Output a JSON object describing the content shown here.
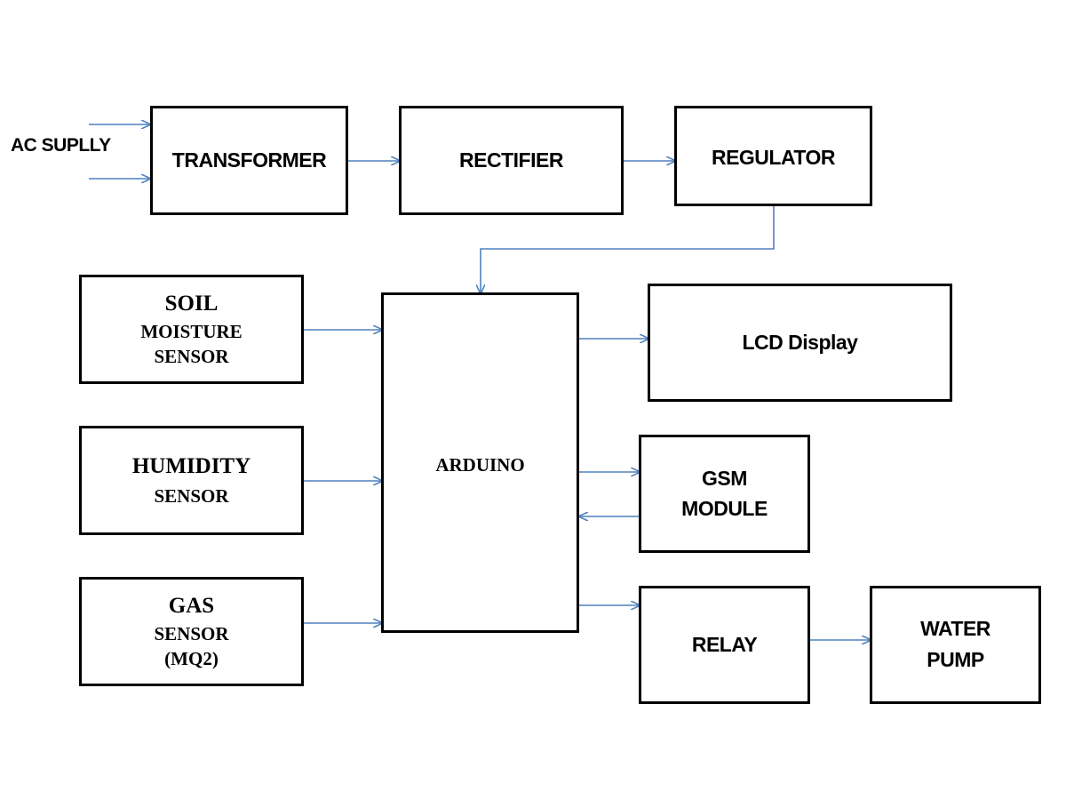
{
  "diagram": {
    "input_label": "AC SUPLLY",
    "blocks": {
      "transformer": "TRANSFORMER",
      "rectifier": "RECTIFIER",
      "regulator": "REGULATOR",
      "soil_moisture": [
        "SOIL",
        "MOISTURE",
        "SENSOR"
      ],
      "humidity": [
        "HUMIDITY",
        "SENSOR"
      ],
      "gas": [
        "GAS",
        "SENSOR",
        "(MQ2)"
      ],
      "arduino": "ARDUINO",
      "lcd": "LCD Display",
      "gsm": [
        "GSM",
        "MODULE"
      ],
      "relay": "RELAY",
      "water_pump": [
        "WATER",
        "PUMP"
      ]
    },
    "connections": [
      {
        "from": "ac-supply",
        "to": "transformer"
      },
      {
        "from": "transformer",
        "to": "rectifier"
      },
      {
        "from": "rectifier",
        "to": "regulator"
      },
      {
        "from": "regulator",
        "to": "arduino"
      },
      {
        "from": "soil-moisture-sensor",
        "to": "arduino"
      },
      {
        "from": "humidity-sensor",
        "to": "arduino"
      },
      {
        "from": "gas-sensor",
        "to": "arduino"
      },
      {
        "from": "arduino",
        "to": "lcd-display"
      },
      {
        "from": "arduino",
        "to": "gsm-module"
      },
      {
        "from": "gsm-module",
        "to": "arduino"
      },
      {
        "from": "arduino",
        "to": "relay"
      },
      {
        "from": "relay",
        "to": "water-pump"
      }
    ],
    "colors": {
      "arrow": "#4f81bd",
      "box_border": "#000000",
      "background": "#ffffff"
    }
  }
}
